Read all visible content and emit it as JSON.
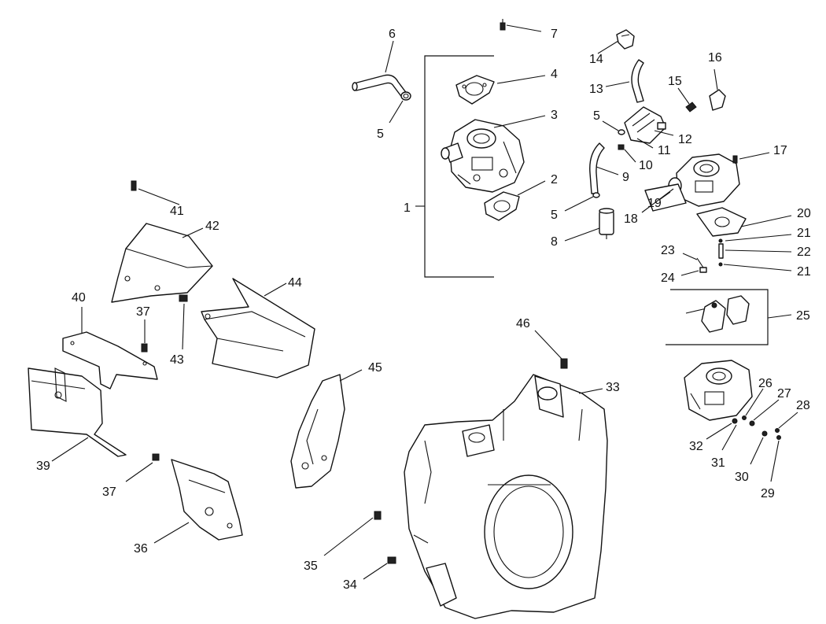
{
  "diagram": {
    "callouts": [
      {
        "id": "c1",
        "label": "1"
      },
      {
        "id": "c2",
        "label": "2"
      },
      {
        "id": "c3",
        "label": "3"
      },
      {
        "id": "c4",
        "label": "4"
      },
      {
        "id": "c5a",
        "label": "5"
      },
      {
        "id": "c5b",
        "label": "5"
      },
      {
        "id": "c5c",
        "label": "5"
      },
      {
        "id": "c6",
        "label": "6"
      },
      {
        "id": "c7",
        "label": "7"
      },
      {
        "id": "c8",
        "label": "8"
      },
      {
        "id": "c9",
        "label": "9"
      },
      {
        "id": "c10",
        "label": "10"
      },
      {
        "id": "c11",
        "label": "11"
      },
      {
        "id": "c12",
        "label": "12"
      },
      {
        "id": "c13",
        "label": "13"
      },
      {
        "id": "c14",
        "label": "14"
      },
      {
        "id": "c15",
        "label": "15"
      },
      {
        "id": "c16",
        "label": "16"
      },
      {
        "id": "c17",
        "label": "17"
      },
      {
        "id": "c18",
        "label": "18"
      },
      {
        "id": "c19",
        "label": "19"
      },
      {
        "id": "c20",
        "label": "20"
      },
      {
        "id": "c21a",
        "label": "21"
      },
      {
        "id": "c21b",
        "label": "21"
      },
      {
        "id": "c22",
        "label": "22"
      },
      {
        "id": "c23",
        "label": "23"
      },
      {
        "id": "c24",
        "label": "24"
      },
      {
        "id": "c25",
        "label": "25"
      },
      {
        "id": "c26",
        "label": "26"
      },
      {
        "id": "c27",
        "label": "27"
      },
      {
        "id": "c28",
        "label": "28"
      },
      {
        "id": "c29",
        "label": "29"
      },
      {
        "id": "c30",
        "label": "30"
      },
      {
        "id": "c31",
        "label": "31"
      },
      {
        "id": "c32",
        "label": "32"
      },
      {
        "id": "c33",
        "label": "33"
      },
      {
        "id": "c34",
        "label": "34"
      },
      {
        "id": "c35",
        "label": "35"
      },
      {
        "id": "c36",
        "label": "36"
      },
      {
        "id": "c37a",
        "label": "37"
      },
      {
        "id": "c37b",
        "label": "37"
      },
      {
        "id": "c39",
        "label": "39"
      },
      {
        "id": "c40",
        "label": "40"
      },
      {
        "id": "c41",
        "label": "41"
      },
      {
        "id": "c42",
        "label": "42"
      },
      {
        "id": "c43",
        "label": "43"
      },
      {
        "id": "c44",
        "label": "44"
      },
      {
        "id": "c45",
        "label": "45"
      },
      {
        "id": "c46",
        "label": "46"
      }
    ]
  }
}
